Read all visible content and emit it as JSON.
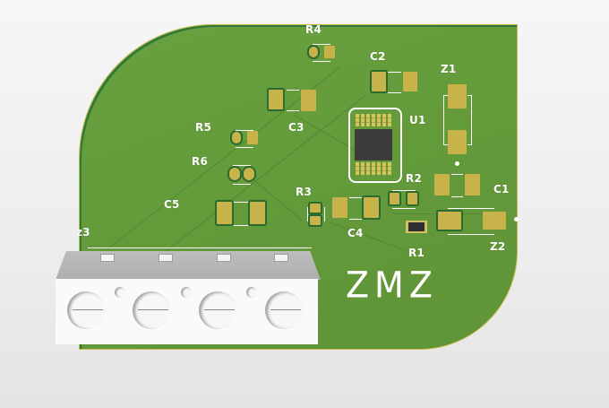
{
  "scene": {
    "description": "3D render of a green printed circuit board with SMD components and a 4-position screw terminal block",
    "board_color": "#639a3a",
    "background_color": "#ececec",
    "silkscreen_color": "#ffffff",
    "pad_color": "#c8b24a"
  },
  "board": {
    "logo_text": "ZMZ"
  },
  "components": {
    "R4": {
      "ref": "R4"
    },
    "C2": {
      "ref": "C2"
    },
    "Z1": {
      "ref": "Z1"
    },
    "C3": {
      "ref": "C3"
    },
    "U1": {
      "ref": "U1"
    },
    "R5": {
      "ref": "R5"
    },
    "R6": {
      "ref": "R6"
    },
    "R2": {
      "ref": "R2"
    },
    "C1": {
      "ref": "C1"
    },
    "R3": {
      "ref": "R3"
    },
    "C5": {
      "ref": "C5"
    },
    "C4": {
      "ref": "C4"
    },
    "R1": {
      "ref": "R1"
    },
    "Z2": {
      "ref": "Z2"
    },
    "z3": {
      "ref": "z3"
    }
  },
  "terminal_block": {
    "positions": 4
  }
}
